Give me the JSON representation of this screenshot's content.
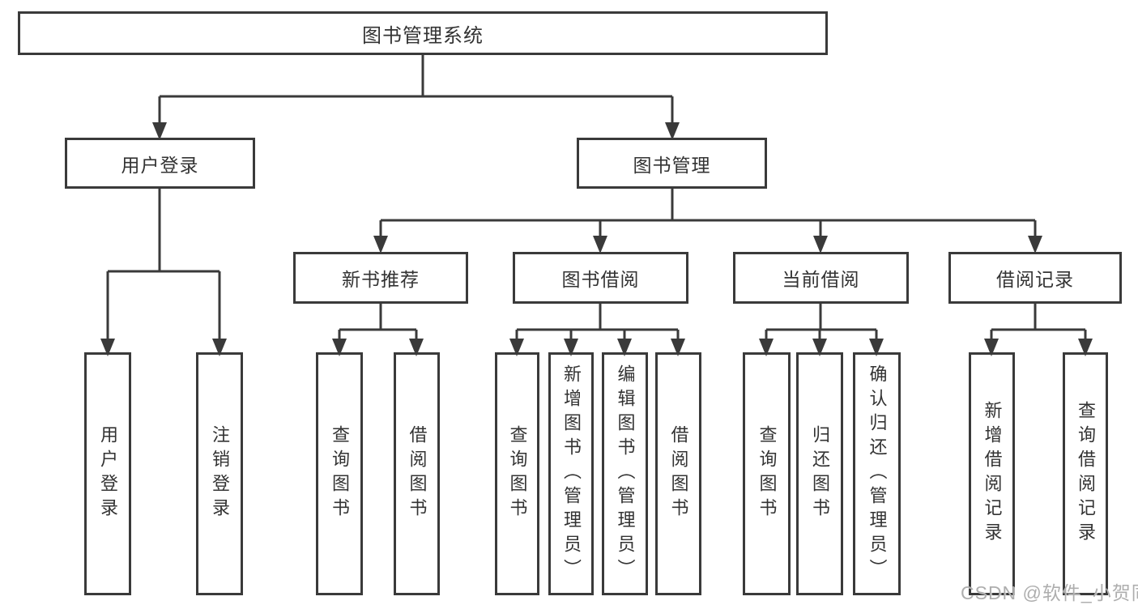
{
  "tree": {
    "label": "图书管理系统",
    "children": [
      {
        "label": "用户登录",
        "children": [
          {
            "label": "用户登录"
          },
          {
            "label": "注销登录"
          }
        ]
      },
      {
        "label": "图书管理",
        "children": [
          {
            "label": "新书推荐",
            "children": [
              {
                "label": "查询图书"
              },
              {
                "label": "借阅图书"
              }
            ]
          },
          {
            "label": "图书借阅",
            "children": [
              {
                "label": "查询图书"
              },
              {
                "label": "新增图书（管理员）"
              },
              {
                "label": "编辑图书（管理员）"
              },
              {
                "label": "借阅图书"
              }
            ]
          },
          {
            "label": "当前借阅",
            "children": [
              {
                "label": "查询图书"
              },
              {
                "label": "归还图书"
              },
              {
                "label": "确认归还（管理员）"
              }
            ]
          },
          {
            "label": "借阅记录",
            "children": [
              {
                "label": "新增借阅记录"
              },
              {
                "label": "查询借阅记录"
              }
            ]
          }
        ]
      }
    ]
  },
  "watermark": {
    "text": "CSDN @软件_小贺同学"
  },
  "colors": {
    "line": "#3a3a3a",
    "text": "#333333",
    "box_background": "#ffffff",
    "watermark": "#aeaeae",
    "page_background": "#ffffff"
  }
}
